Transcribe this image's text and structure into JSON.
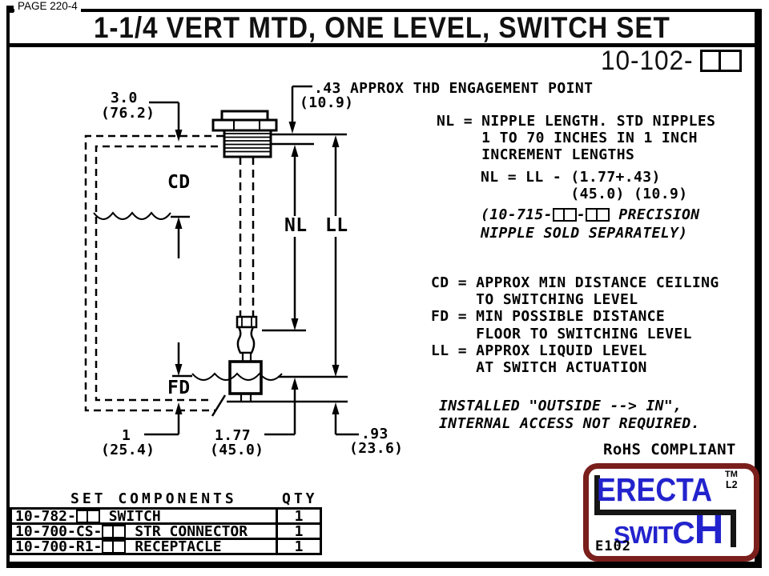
{
  "page": {
    "page_label": "PAGE 220-4",
    "title": "1-1/4 VERT MTD, ONE LEVEL, SWITCH SET",
    "model_prefix": "10-102-"
  },
  "notes": {
    "thd_in": ".43 APPROX THD ENGAGEMENT POINT",
    "thd_mm": "(10.9)",
    "nipple_length": "NL = NIPPLE LENGTH. STD NIPPLES\n     1 TO 70 INCHES IN 1 INCH\n     INCREMENT LENGTHS",
    "nl_formula": "NL = LL - (1.77+.43)\n          (45.0) (10.9)",
    "precision_seg1": "(10-715-",
    "precision_seg2": "-",
    "precision_seg3": " PRECISION",
    "precision_line2": "NIPPLE SOLD SEPARATELY)",
    "definitions": "CD = APPROX MIN DISTANCE CEILING\n     TO SWITCHING LEVEL\nFD = MIN POSSIBLE DISTANCE\n     FLOOR TO SWITCHING LEVEL\nLL = APPROX LIQUID LEVEL\n     AT SWITCH ACTUATION",
    "installed": "INSTALLED \"OUTSIDE --> IN\",\nINTERNAL ACCESS NOT REQUIRED.",
    "rohs": "RoHS COMPLIANT"
  },
  "diagram": {
    "labels": {
      "cd": "CD",
      "fd": "FD",
      "nl": "NL",
      "ll": "LL",
      "dim_cd_in": "3.0",
      "dim_cd_mm": "(76.2)",
      "dim_fd_in": "1",
      "dim_fd_mm": "(25.4)",
      "dim_nipple_in": "1.77",
      "dim_nipple_mm": "(45.0)",
      "dim_tip_in": ".93",
      "dim_tip_mm": "(23.6)"
    }
  },
  "table": {
    "header_components": "SET COMPONENTS",
    "header_qty": "QTY",
    "rows": [
      {
        "part_prefix": "10-782-",
        "label": " SWITCH",
        "qty": "1"
      },
      {
        "part_prefix": "10-700-CS-",
        "label": " STR CONNECTOR",
        "qty": "1"
      },
      {
        "part_prefix": "10-700-R1-",
        "label": " RECEPTACLE",
        "qty": "1"
      }
    ]
  },
  "logo": {
    "brand_top": "ERECTA",
    "brand_seg1": "SWIT",
    "brand_seg2": "C",
    "brand_seg3": "H",
    "tm": "TM",
    "l2": "L2",
    "code": "E102",
    "colors": {
      "border": "#7a1f1c",
      "text": "#2323cd"
    }
  }
}
